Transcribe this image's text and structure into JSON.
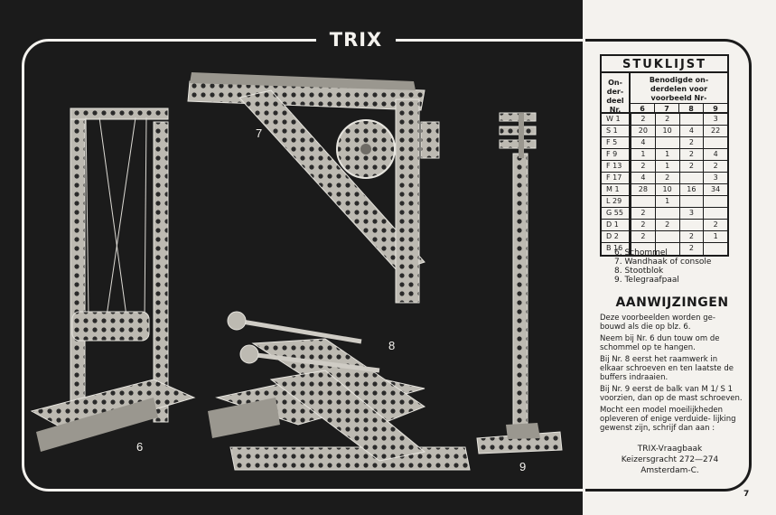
{
  "logo": "TRIX",
  "models": {
    "labels": [
      "6",
      "7",
      "8",
      "9"
    ]
  },
  "stuklijst": {
    "title": "STUKLIJST",
    "col1_header": "On- der- deel Nr.",
    "col2_header": "Benodigde on- derdelen voor voorbeeld Nr-",
    "columns": [
      "6",
      "7",
      "8",
      "9"
    ],
    "rows": [
      {
        "part": "W 1",
        "values": [
          "2",
          "2",
          "",
          "3"
        ]
      },
      {
        "part": "S 1",
        "values": [
          "20",
          "10",
          "4",
          "22"
        ]
      },
      {
        "part": "F 5",
        "values": [
          "4",
          "",
          "2",
          ""
        ]
      },
      {
        "part": "F 9",
        "values": [
          "1",
          "1",
          "2",
          "4"
        ]
      },
      {
        "part": "F 13",
        "values": [
          "2",
          "1",
          "2",
          "2"
        ]
      },
      {
        "part": "F 17",
        "values": [
          "4",
          "2",
          "",
          "3"
        ]
      },
      {
        "part": "M 1",
        "values": [
          "28",
          "10",
          "16",
          "34"
        ]
      },
      {
        "part": "L 29",
        "values": [
          "",
          "1",
          "",
          ""
        ]
      },
      {
        "part": "G 55",
        "values": [
          "2",
          "",
          "3",
          ""
        ]
      },
      {
        "part": "D 1",
        "values": [
          "2",
          "2",
          "",
          "2"
        ]
      },
      {
        "part": "D 2",
        "values": [
          "2",
          "",
          "2",
          "1"
        ]
      },
      {
        "part": "B 16",
        "values": [
          "",
          "",
          "2",
          ""
        ]
      }
    ]
  },
  "legend": [
    "6. Schommel",
    "7. Wandhaak of console",
    "8. Stootblok",
    "9. Telegraafpaal"
  ],
  "aanwijzingen": {
    "title": "AANWIJZINGEN",
    "paragraphs": [
      "Deze voorbeelden worden ge- bouwd als die op blz. 6.",
      "Neem bij Nr. 6 dun touw om de schommel op te hangen.",
      "Bij Nr. 8 eerst het raamwerk in elkaar schroeven en ten laatste de buffers indraaien.",
      "Bij Nr. 9 eerst de balk van M 1/ S 1 voorzien, dan op de mast schroeven.",
      "Mocht een model moeilijkheden opleveren of enige verduide- lijking gewenst zijn, schrijf dan aan :"
    ]
  },
  "address": [
    "TRIX-Vraagbaak",
    "Keizersgracht 272—274",
    "Amsterdam-C."
  ],
  "page_number": "7",
  "colors": {
    "dark": "#1b1b1b",
    "paper": "#f4f2ee",
    "metal": "#bdbab2"
  }
}
